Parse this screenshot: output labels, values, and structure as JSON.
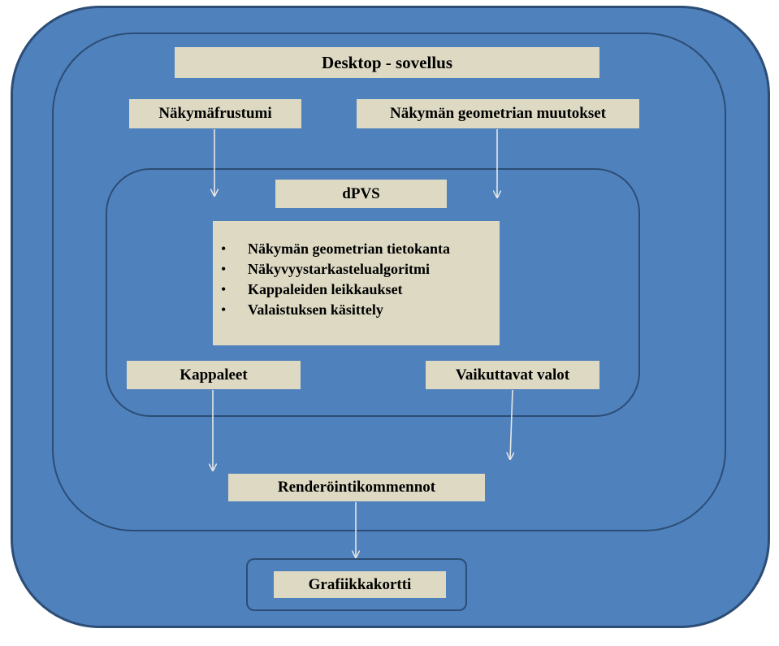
{
  "diagram": {
    "desktop_app": "Desktop - sovellus",
    "view_frustum": "Näkymäfrustumi",
    "view_geometry_changes": "Näkymän geometrian muutokset",
    "dpvs": "dPVS",
    "dpvs_features": [
      "Näkymän geometrian tietokanta",
      "Näkyvyystarkastelualgoritmi",
      "Kappaleiden leikkaukset",
      "Valaistuksen käsittely"
    ],
    "objects": "Kappaleet",
    "affecting_lights": "Vaikuttavat valot",
    "render_commands": "Renderöintikommennot",
    "graphics_card": "Grafiikkakortti"
  },
  "colors": {
    "container_fill": "#4f81bd",
    "container_border": "#2c4d75",
    "box_fill": "#ddd9c3",
    "arrow": "#e6e6e6"
  }
}
